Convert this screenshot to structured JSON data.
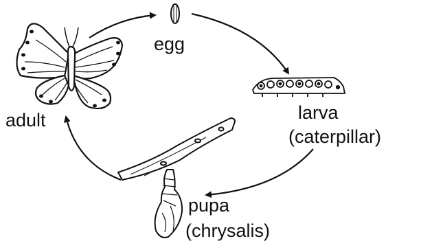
{
  "stages": {
    "egg": "egg",
    "larva": "larva",
    "larva_sub": "(caterpillar)",
    "pupa": "pupa",
    "pupa_sub": "(chrysalis)",
    "adult": "adult"
  },
  "colors": {
    "ink": "#111111",
    "background": "#ffffff"
  },
  "icons": [
    "egg-icon",
    "caterpillar-icon",
    "branch-icon",
    "chrysalis-icon",
    "butterfly-icon"
  ]
}
